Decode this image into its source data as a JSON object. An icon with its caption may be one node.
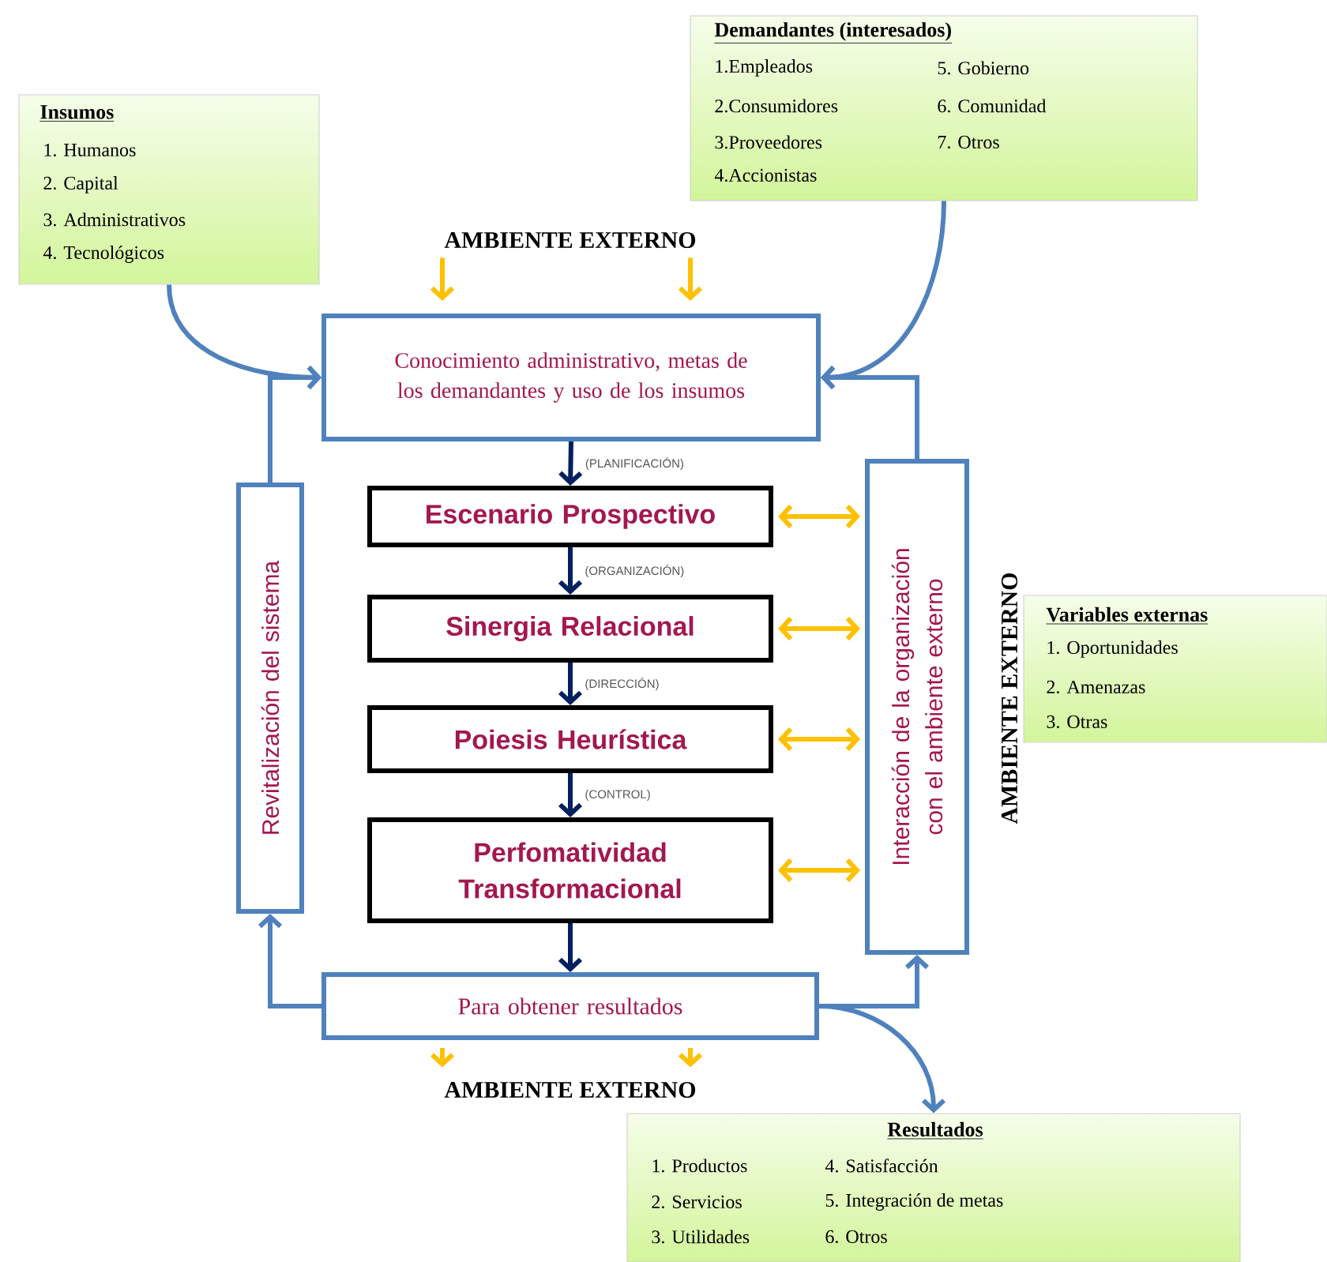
{
  "diagram": {
    "nodes": [
      {
        "text": [
          "Insumos",
          "1. Humanos",
          "2. Capital",
          "3. Administrativos",
          "4. Tecnológicos"
        ]
      },
      {
        "text": [
          "Demandantes (interesados)",
          "1.Empleados",
          "2.Consumidores",
          "3.Proveedores",
          "4.Accionistas",
          "5. Gobierno",
          "6. Comunidad",
          "7. Otros"
        ]
      },
      {
        "text": [
          "Conocimiento administrativo, metas de los demandantes y uso de los insumos"
        ]
      },
      {
        "text": [
          "Escenario Prospectivo"
        ]
      },
      {
        "text": [
          "Sinergia Relacional"
        ]
      },
      {
        "text": [
          "Poiesis Heurística"
        ]
      },
      {
        "text": [
          "Perfomatividad Transformacional"
        ]
      },
      {
        "text": [
          "Para obtener resultados"
        ]
      },
      {
        "text": [
          "Revitalización del sistema"
        ]
      },
      {
        "text": [
          "Interacción de la organización con el ambiente externo"
        ]
      },
      {
        "text": [
          "Variables externas",
          "1. Oportunidades",
          "2. Amenazas",
          "3. Otras"
        ]
      },
      {
        "text": [
          "Resultados",
          "1. Productos",
          "2. Servicios",
          "3. Utilidades",
          "4. Satisfacción",
          "5. Integración  de metas",
          "6. Otros"
        ]
      },
      {
        "text": [
          "AMBIENTE EXTERNO"
        ]
      },
      {
        "text": [
          "AMBIENTE EXTERNO"
        ]
      }
    ],
    "edges": [
      {
        "from": 0,
        "to": 2,
        "arrow": "to",
        "color": "#4f81bd"
      },
      {
        "from": 1,
        "to": 2,
        "arrow": "to",
        "color": "#4f81bd"
      },
      {
        "from": 12,
        "to": 2,
        "arrow": "to",
        "color": "#ffc000"
      },
      {
        "from": 12,
        "to": 2,
        "arrow": "to",
        "color": "#ffc000"
      },
      {
        "from": 2,
        "to": 3,
        "arrow": "to",
        "label": "(PLANIFICACIÓN)",
        "color": "#002060"
      },
      {
        "from": 3,
        "to": 4,
        "arrow": "to",
        "label": "(ORGANIZACIÓN)",
        "color": "#002060"
      },
      {
        "from": 4,
        "to": 5,
        "arrow": "to",
        "label": "(DIRECCIÓN)",
        "color": "#002060"
      },
      {
        "from": 5,
        "to": 6,
        "arrow": "to",
        "label": "(CONTROL)",
        "color": "#002060"
      },
      {
        "from": 6,
        "to": 7,
        "arrow": "to",
        "color": "#002060"
      },
      {
        "from": 3,
        "to": 9,
        "arrow": "both",
        "color": "#ffc000"
      },
      {
        "from": 4,
        "to": 9,
        "arrow": "both",
        "color": "#ffc000"
      },
      {
        "from": 5,
        "to": 9,
        "arrow": "both",
        "color": "#ffc000"
      },
      {
        "from": 6,
        "to": 9,
        "arrow": "both",
        "color": "#ffc000"
      },
      {
        "from": 7,
        "to": 8,
        "arrow": "to",
        "color": "#4f81bd"
      },
      {
        "from": 8,
        "to": 2,
        "arrow": "to",
        "color": "#4f81bd"
      },
      {
        "from": 7,
        "to": 9,
        "arrow": "to",
        "color": "#4f81bd"
      },
      {
        "from": 9,
        "to": 2,
        "arrow": "to",
        "color": "#4f81bd"
      },
      {
        "from": 7,
        "to": 11,
        "arrow": "to",
        "color": "#4f81bd"
      },
      {
        "from": 7,
        "to": 13,
        "arrow": "to",
        "color": "#ffc000"
      },
      {
        "from": 7,
        "to": 13,
        "arrow": "to",
        "color": "#ffc000"
      }
    ],
    "labels": [
      "AMBIENTE EXTERNO"
    ]
  }
}
